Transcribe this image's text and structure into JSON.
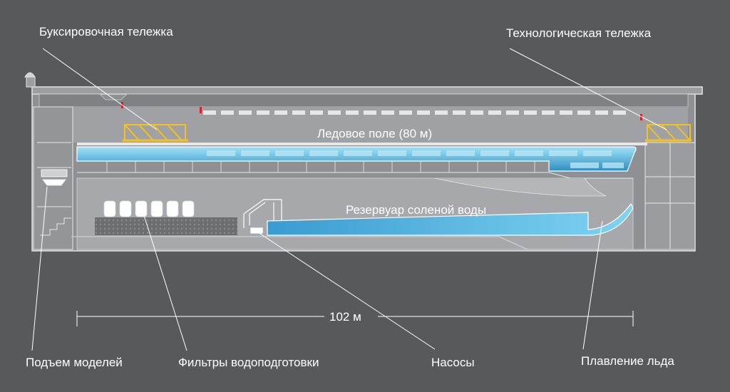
{
  "labels": {
    "towing_carriage": "Буксировочная тележка",
    "service_carriage": "Технологическая тележка",
    "ice_field": "Ледовое поле (80 м)",
    "salt_water_tank": "Резервуар соленой воды",
    "length": "102 м",
    "model_lift": "Подъем моделей",
    "water_filters": "Фильтры водоподготовки",
    "pumps": "Насосы",
    "ice_melting": "Плавление льда"
  },
  "colors": {
    "background": "#58595b",
    "building_fill": "#a4a6a9",
    "building_stroke": "#e6e7e8",
    "water": "#3ea0d0",
    "water_light": "#7ed0f0",
    "carriage": "#f5c21b",
    "leader_line": "#ffffff",
    "marker": "#d2232a"
  }
}
